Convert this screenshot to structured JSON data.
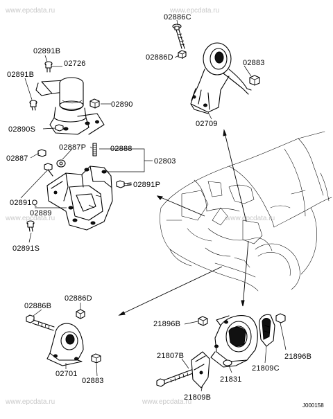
{
  "watermark": "www.epcdata.ru",
  "reference_code": "J000158",
  "labels": {
    "p02886c_top": "02886C",
    "p02886d_top": "02886D",
    "p02883_top": "02883",
    "p02709": "02709",
    "p02891b_a": "02891B",
    "p02891b_b": "02891B",
    "p02726": "02726",
    "p02890": "02890",
    "p02890s": "02890S",
    "p02887p": "02887P",
    "p02888": "02888",
    "p02887": "02887",
    "p02803": "02803",
    "p02891p": "02891P",
    "p02891q": "02891Q",
    "p02889": "02889",
    "p02891s": "02891S",
    "p02886b_bottom": "02886B",
    "p02886d_bottom": "02886D",
    "p02701": "02701",
    "p02883_bottom": "02883",
    "p21896b_left": "21896B",
    "p21896b_right": "21896B",
    "p21807b": "21807B",
    "p21809c": "21809C",
    "p21831": "21831",
    "p21809b": "21809B"
  }
}
